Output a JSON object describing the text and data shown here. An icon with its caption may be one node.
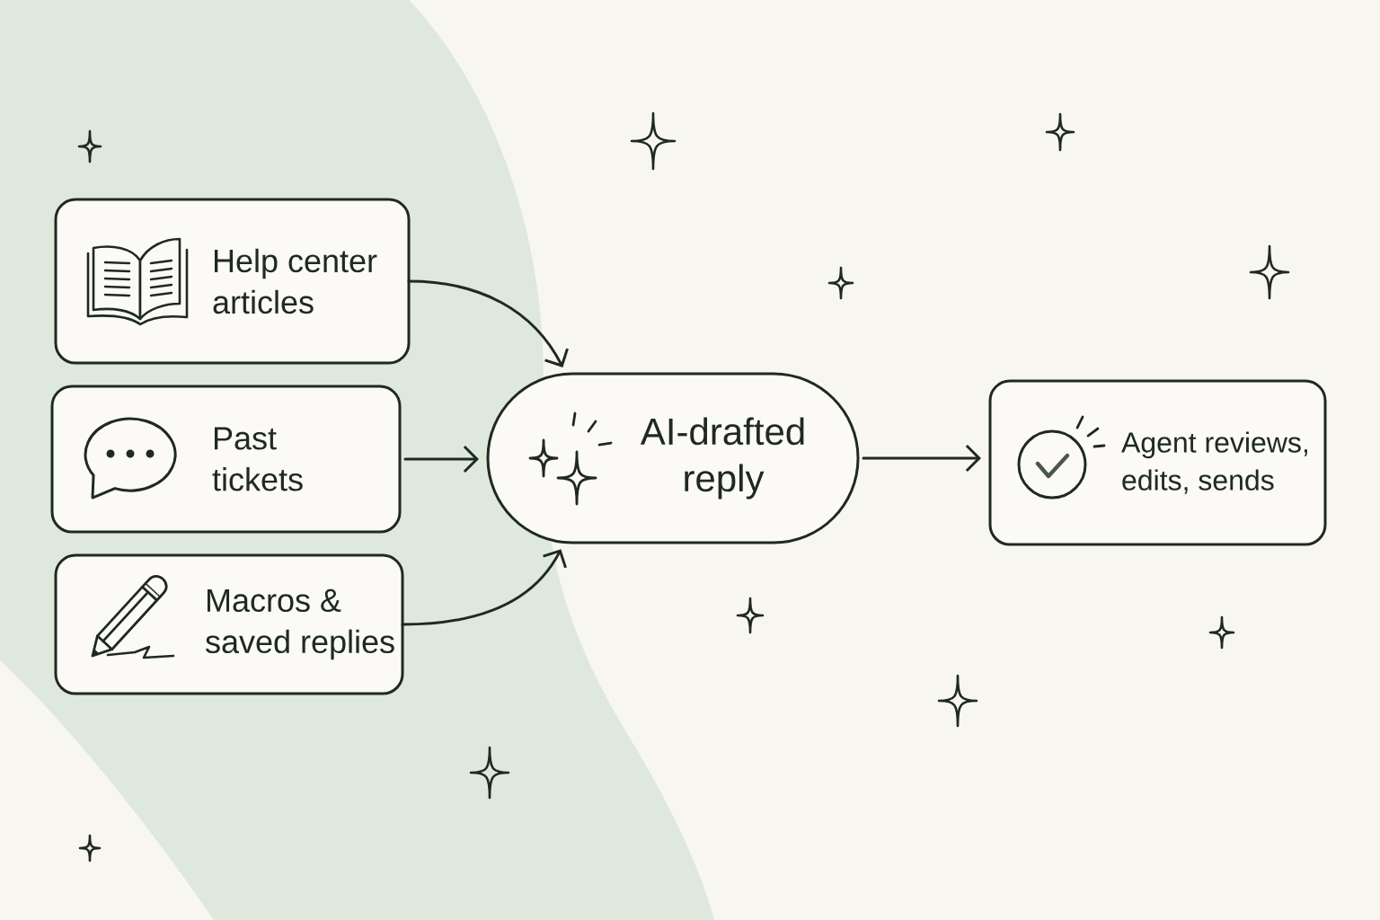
{
  "diagram": {
    "nodes": [
      {
        "text": [
          "Help center articles"
        ]
      },
      {
        "text": [
          "Past tickets"
        ]
      },
      {
        "text": [
          "Macros & saved replies"
        ]
      },
      {
        "text": [
          "AI-drafted reply"
        ]
      },
      {
        "text": [
          "Agent reviews, edits, sends"
        ]
      }
    ],
    "edges": [
      {
        "from": 0,
        "to": 3,
        "arrow": "to"
      },
      {
        "from": 1,
        "to": 3,
        "arrow": "to"
      },
      {
        "from": 2,
        "to": 3,
        "arrow": "to"
      },
      {
        "from": 3,
        "to": 4,
        "arrow": "to"
      }
    ]
  }
}
